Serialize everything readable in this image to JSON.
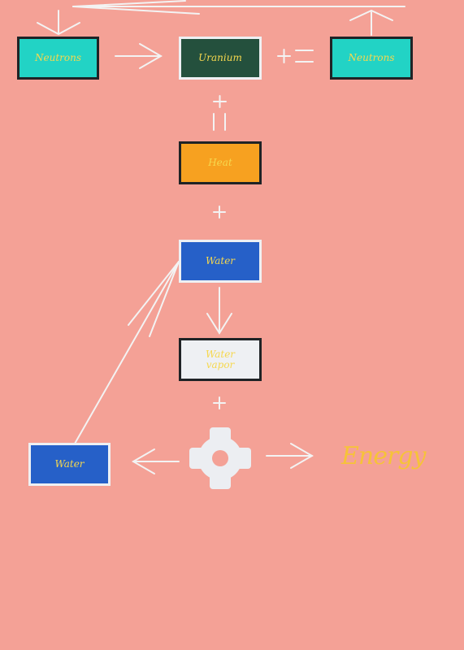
{
  "nodes": {
    "neutrons_in": "Neutrons",
    "uranium": "Uranium",
    "neutrons_out": "Neutrons",
    "heat": "Heat",
    "water": "Water",
    "water_vapor_line1": "Water",
    "water_vapor_line2": "vapor",
    "water_out": "Water",
    "energy": "Energy"
  },
  "operators": {
    "plus": "+",
    "equals": "="
  },
  "colors": {
    "background": "#f4a196",
    "teal": "#22d3c5",
    "dark_green": "#24503d",
    "orange": "#f7a120",
    "blue": "#2660c8",
    "white_box": "#eef0f3",
    "label_yellow": "#f6d84e",
    "line_white": "#f3f3f3"
  },
  "icons": {
    "turbine": "gear-icon"
  }
}
